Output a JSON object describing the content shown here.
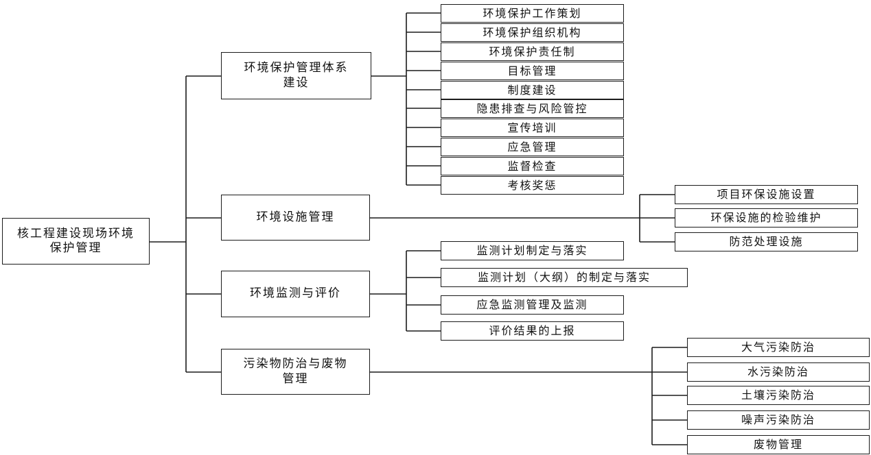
{
  "root": "核工程建设现场环境保护管理",
  "categories": [
    {
      "label": "环境保护管理体系建设",
      "items": [
        "环境保护工作策划",
        "环境保护组织机构",
        "环境保护责任制",
        "目标管理",
        "制度建设",
        "隐患排查与风险管控",
        "宣传培训",
        "应急管理",
        "监督检查",
        "考核奖惩"
      ]
    },
    {
      "label": "环境设施管理",
      "items": [
        "项目环保设施设置",
        "环保设施的检验维护",
        "防范处理设施"
      ]
    },
    {
      "label": "环境监测与评价",
      "items": [
        "监测计划制定与落实",
        "监测计划（大纲）的制定与落实",
        "应急监测管理及监测",
        "评价结果的上报"
      ]
    },
    {
      "label": "污染物防治与废物管理",
      "items": [
        "大气污染防治",
        "水污染防治",
        "土壤污染防治",
        "噪声污染防治",
        "废物管理"
      ]
    }
  ]
}
